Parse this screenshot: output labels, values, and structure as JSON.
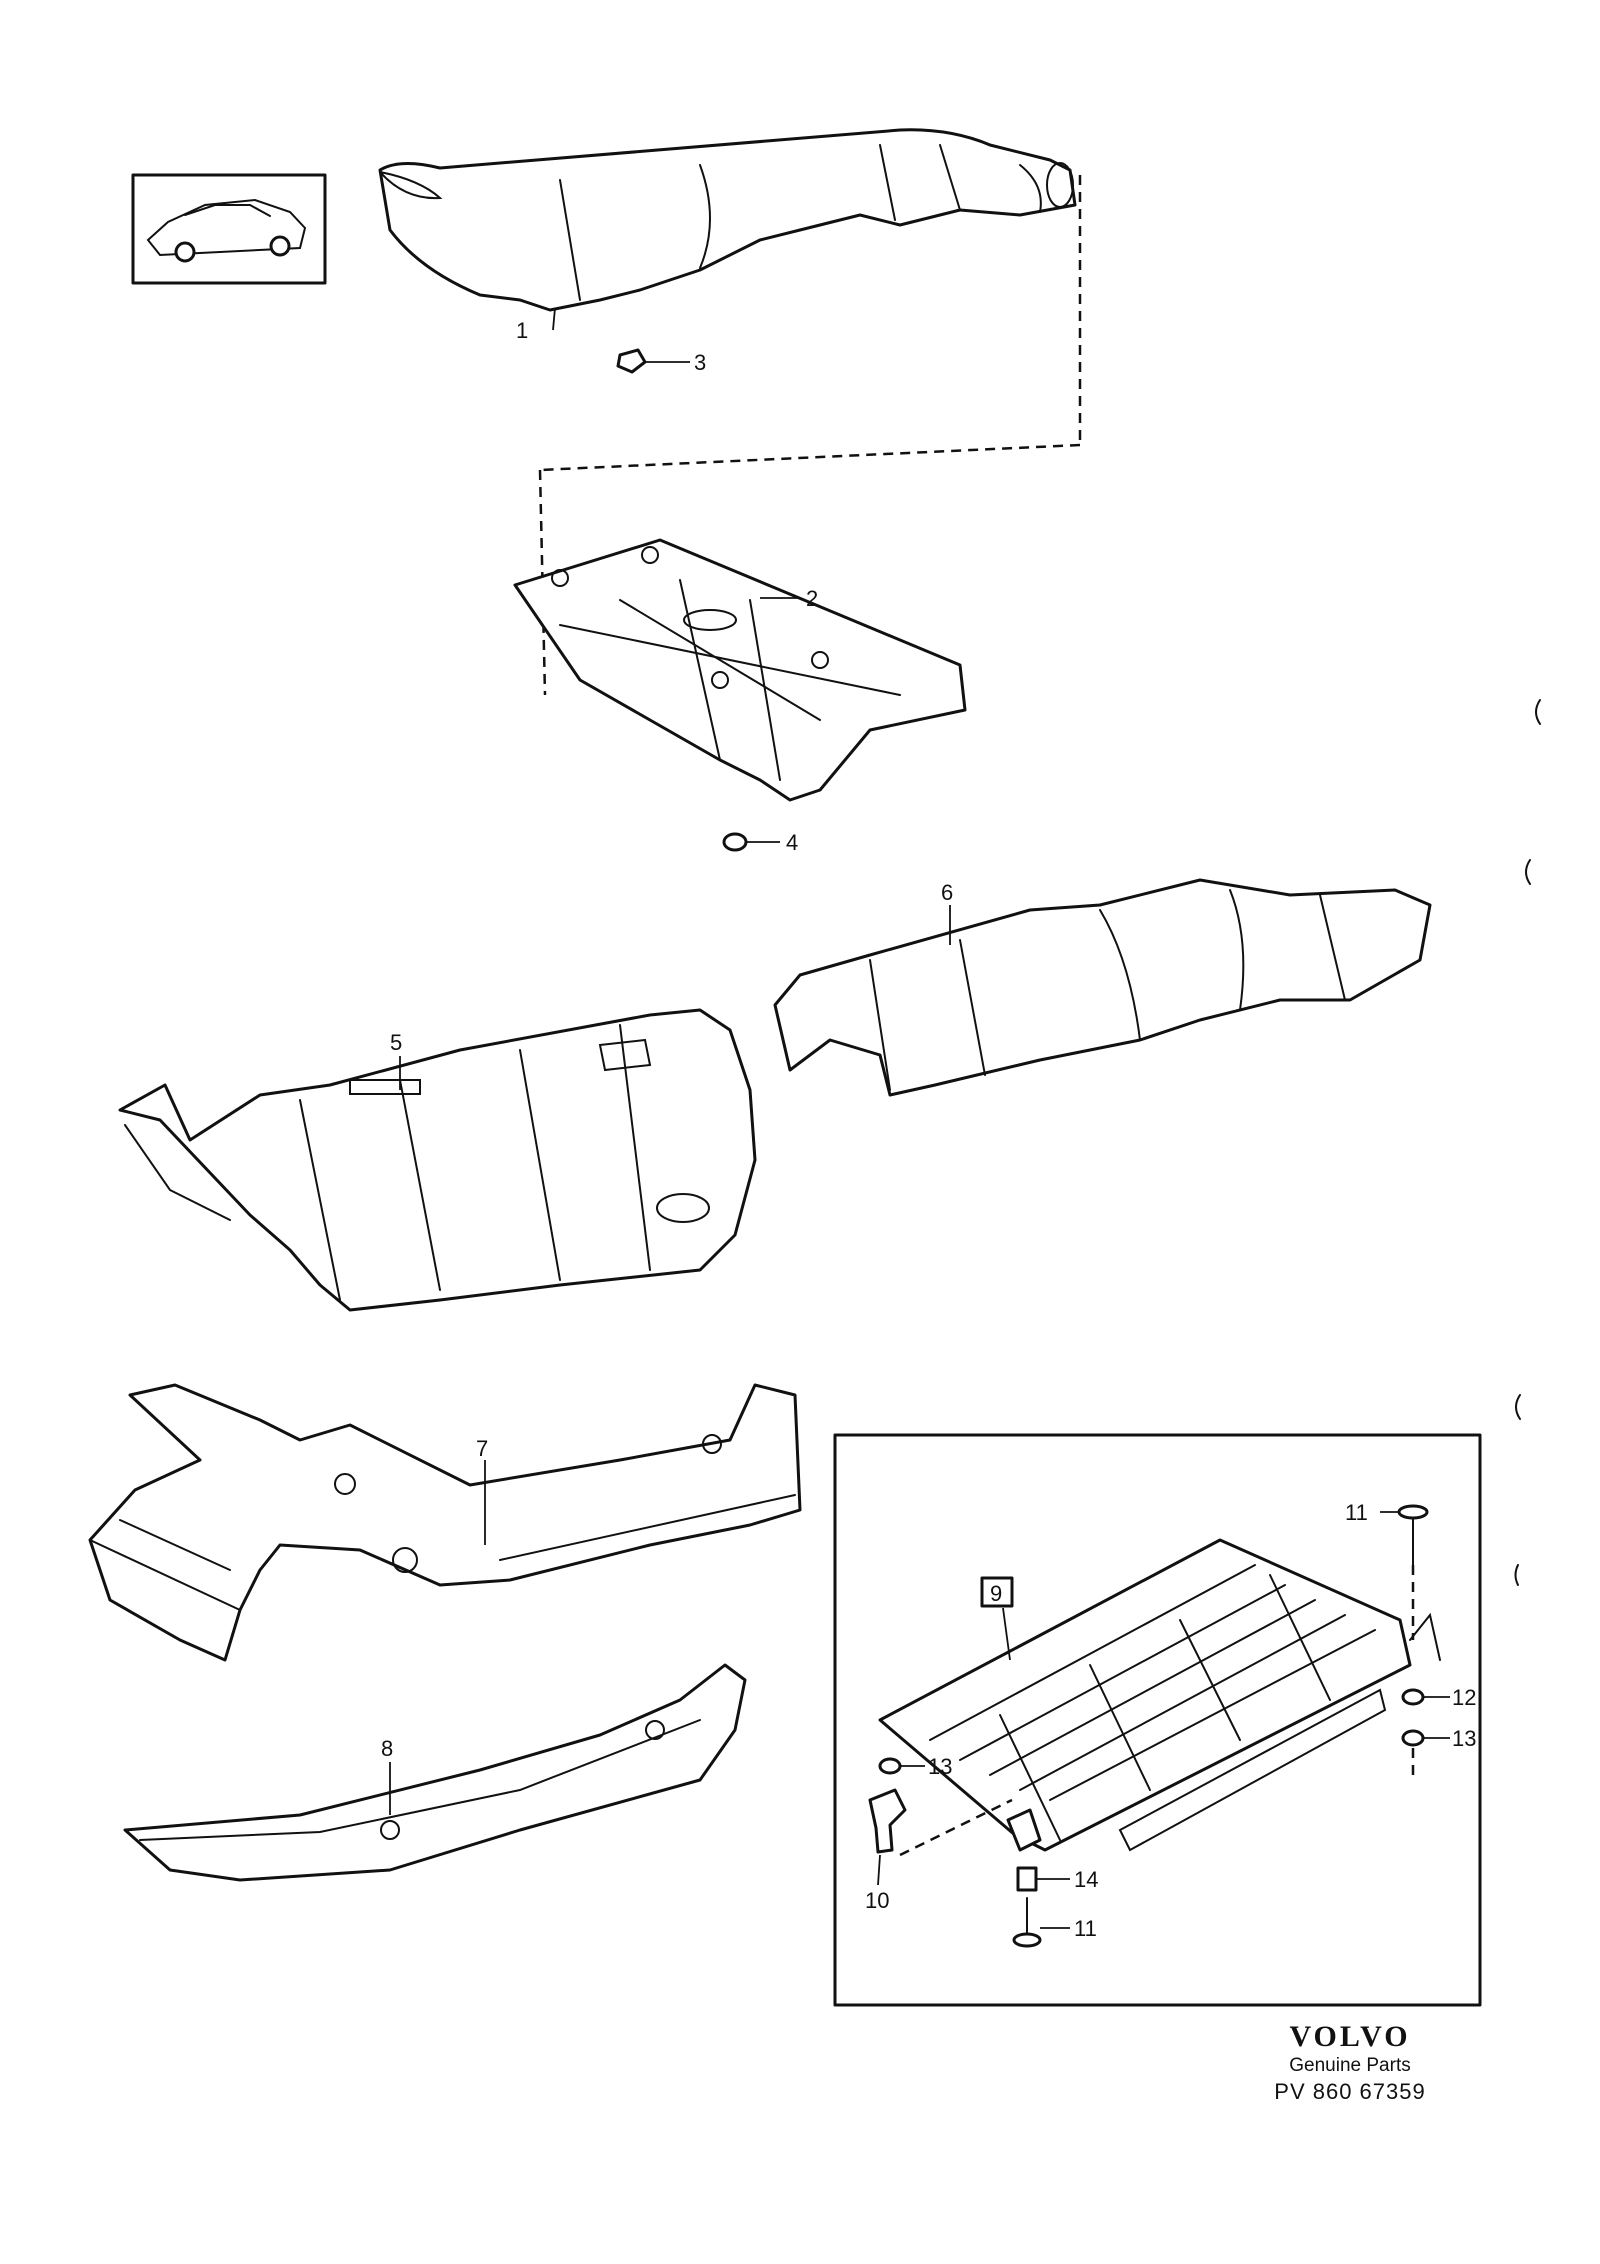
{
  "callouts": [
    {
      "id": "c1",
      "label": "1"
    },
    {
      "id": "c2",
      "label": "2"
    },
    {
      "id": "c3",
      "label": "3"
    },
    {
      "id": "c4",
      "label": "4"
    },
    {
      "id": "c5",
      "label": "5"
    },
    {
      "id": "c6",
      "label": "6"
    },
    {
      "id": "c7",
      "label": "7"
    },
    {
      "id": "c8",
      "label": "8"
    },
    {
      "id": "c9",
      "label": "9"
    },
    {
      "id": "c10",
      "label": "10"
    },
    {
      "id": "c11a",
      "label": "11"
    },
    {
      "id": "c11b",
      "label": "11"
    },
    {
      "id": "c12",
      "label": "12"
    },
    {
      "id": "c13a",
      "label": "13"
    },
    {
      "id": "c13b",
      "label": "13"
    },
    {
      "id": "c14",
      "label": "14"
    }
  ],
  "footer": {
    "brand": "VOLVO",
    "subtitle": "Genuine Parts",
    "document_number": "PV 860 67359"
  }
}
